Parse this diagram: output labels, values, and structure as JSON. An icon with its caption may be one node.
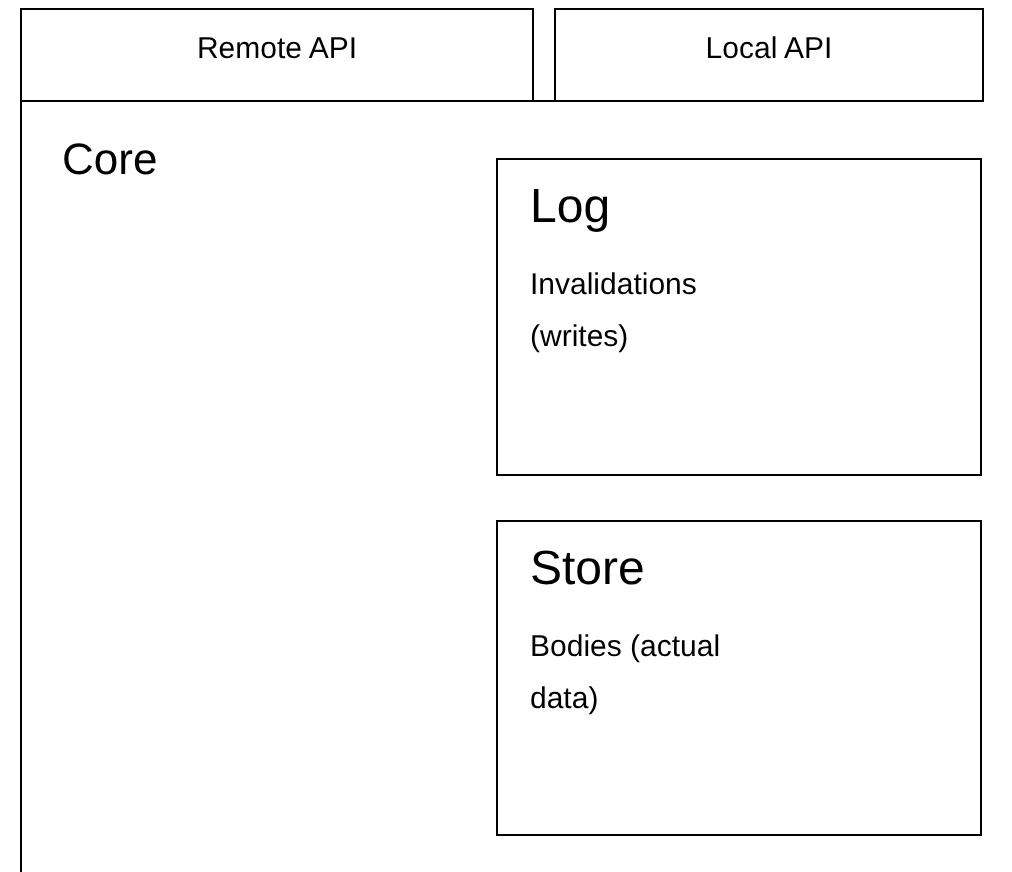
{
  "diagram": {
    "nodes": [
      {
        "text": [
          "Remote API"
        ]
      },
      {
        "text": [
          "Local API"
        ]
      },
      {
        "text": [
          "Core"
        ]
      },
      {
        "text": [
          "Log",
          "Invalidations (writes)"
        ],
        "in": 2
      },
      {
        "text": [
          "Store",
          "Bodies (actual data)"
        ],
        "in": 2
      }
    ]
  }
}
